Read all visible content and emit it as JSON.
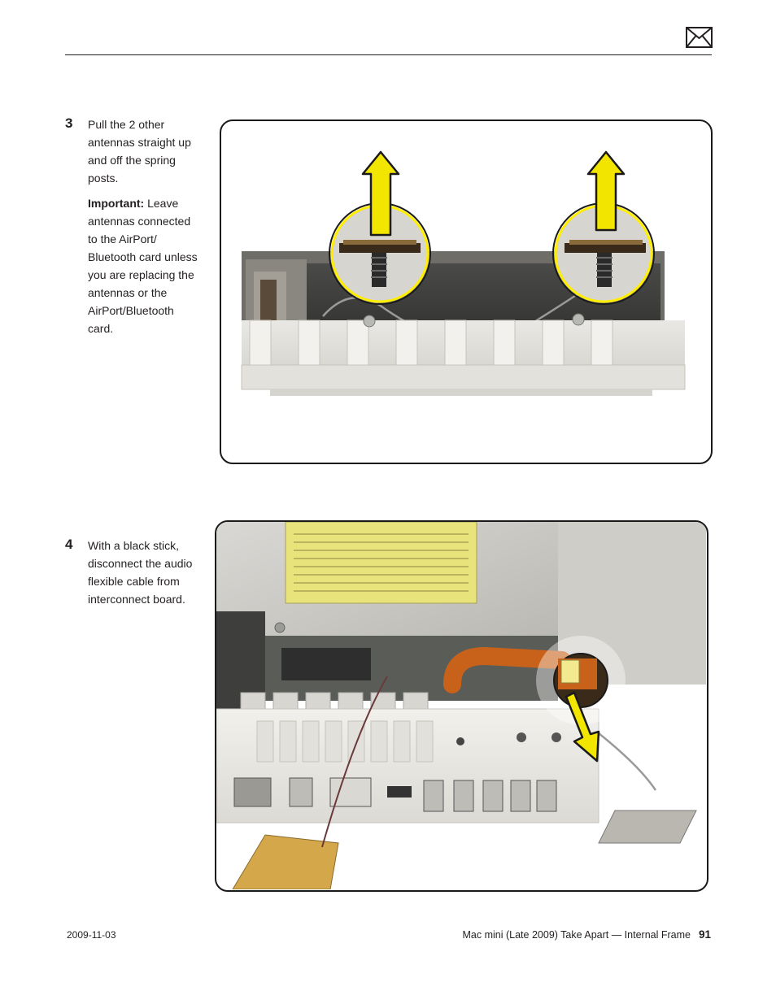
{
  "steps": [
    {
      "number": "3",
      "paragraphs": [
        "Pull the 2 other antennas straight up and off the spring posts."
      ],
      "important_label": "Important:",
      "important_text": " Leave antennas connected to the AirPort/ Bluetooth card unless you are replacing the antennas or the AirPort/Bluetooth card."
    },
    {
      "number": "4",
      "paragraphs": [
        "With a black stick, disconnect the audio flexible cable from interconnect board."
      ]
    }
  ],
  "icons": {
    "mail": "envelope-icon",
    "step3_arrows": "arrow-up-icon",
    "step4_arrow": "arrow-down-icon"
  },
  "colors": {
    "callout_arrow": "#f2e600",
    "callout_ring": "#ffee00",
    "frame_border": "#1a1a1a",
    "text": "#231f20"
  },
  "footer": {
    "date": "2009-11-03",
    "title": "Mac mini (Late 2009) Take Apart — Internal Frame",
    "page_number": "91"
  }
}
